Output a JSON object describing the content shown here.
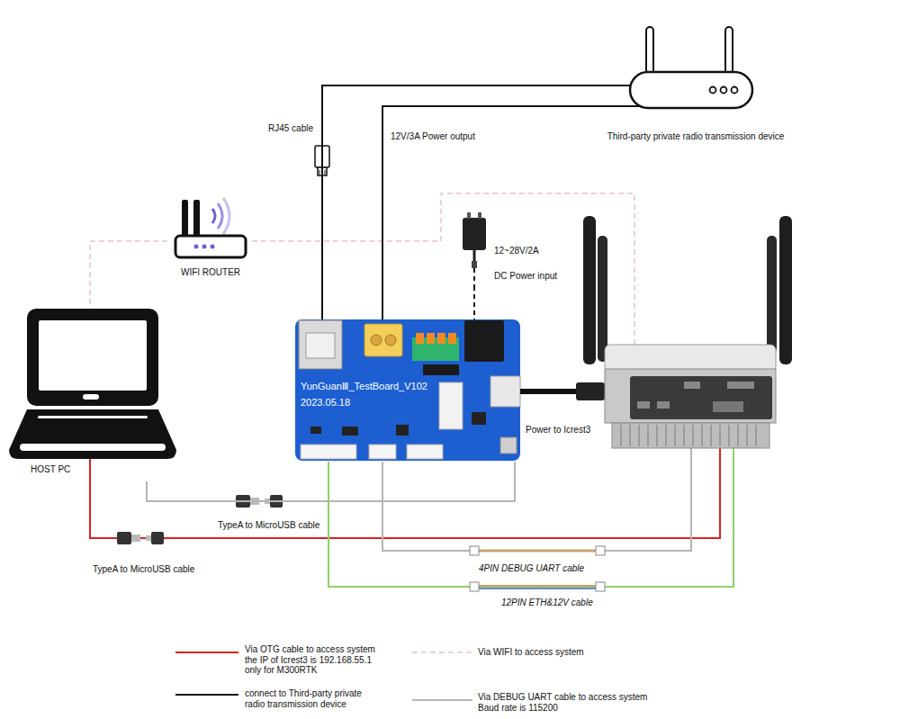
{
  "diagram": {
    "nodes": [
      {
        "text": [
          "Third-party private radio transmission device"
        ]
      },
      {
        "text": [
          "WIFI ROUTER"
        ]
      },
      {
        "text": [
          "12~28V/2A",
          "DC Power input"
        ]
      },
      {
        "text": [
          "HOST PC"
        ]
      },
      {
        "text": [
          "YunGuanⅢ_TestBoard_V102",
          "2023.05.18"
        ]
      }
    ],
    "edges": [
      {
        "from": 4,
        "to": 0,
        "arrow": "none"
      },
      {
        "from": 4,
        "to": 0,
        "arrow": "none"
      },
      {
        "from": 2,
        "to": 4,
        "arrow": "none"
      },
      {
        "from": 3,
        "to": 1,
        "arrow": "none"
      },
      {
        "from": 3,
        "to": 4,
        "arrow": "none"
      }
    ],
    "labels": [
      "RJ45 cable",
      "12V/3A Power output",
      "Power to Icrest3",
      "TypeA to MicroUSB cable",
      "TypeA to MicroUSB cable",
      "4PIN DEBUG UART cable",
      "12PIN ETH&12V cable"
    ],
    "legend": [
      {
        "text": "Via OTG cable to access system the IP of Icrest3 is 192.168.55.1 only for M300RTK"
      },
      {
        "text": "Via WIFI to access system"
      },
      {
        "text": "connect to Third-party private radio transmission device"
      },
      {
        "text": "Via DEBUG UART cable to access system Baud rate is 115200"
      }
    ]
  }
}
